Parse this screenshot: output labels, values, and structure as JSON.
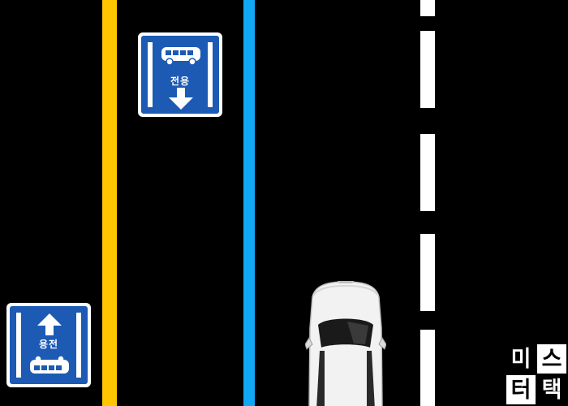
{
  "scene": {
    "background_color": "#000000",
    "center_line_color": "#FFC600",
    "bus_lane_line_color": "#10A8F5",
    "lane_divider_color": "#FFFFFF",
    "sign_color": "#1C5AB4"
  },
  "signs": {
    "top": {
      "label": "전용",
      "icon": "bus-icon",
      "arrow": "arrow-down-icon"
    },
    "bottom": {
      "label": "용전",
      "icon": "bus-icon",
      "arrow": "arrow-up-icon"
    }
  },
  "vehicle": {
    "type": "white-sedan",
    "color": "#F2F2F2"
  },
  "watermark": {
    "chars": [
      "미",
      "스",
      "터",
      "택"
    ]
  }
}
